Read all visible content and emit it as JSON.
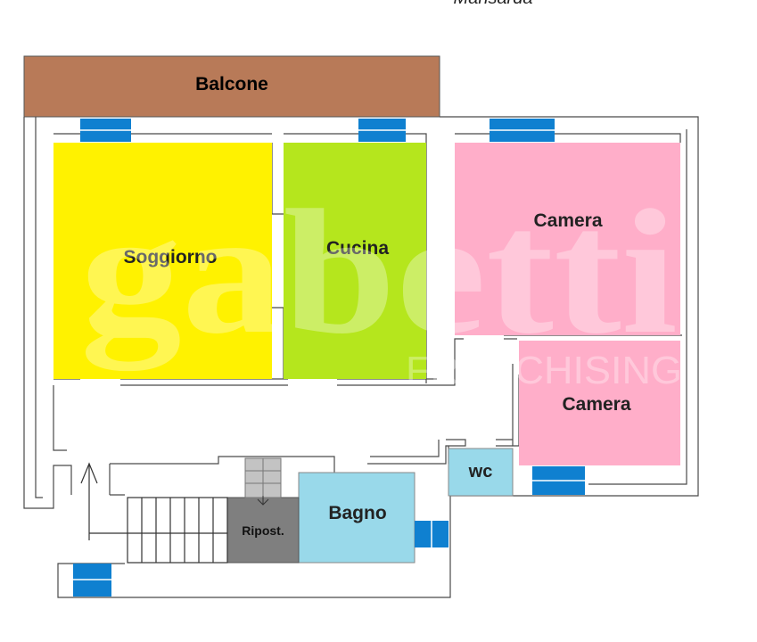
{
  "header": {
    "partial_text": "Mansarda"
  },
  "watermark": {
    "brand": "gabetti",
    "sub": "FRANCHISING"
  },
  "rooms": {
    "balcone": {
      "label": "Balcone",
      "color": "#b87a58"
    },
    "soggiorno": {
      "label": "Soggiorno",
      "color": "#fff200"
    },
    "cucina": {
      "label": "Cucina",
      "color": "#b5e61d"
    },
    "camera1": {
      "label": "Camera",
      "color": "#ffaec9"
    },
    "camera2": {
      "label": "Camera",
      "color": "#ffaec9"
    },
    "wc": {
      "label": "wc",
      "color": "#99d9ea"
    },
    "bagno": {
      "label": "Bagno",
      "color": "#99d9ea"
    },
    "ripost": {
      "label": "Ripost.",
      "color": "#7f7f7f"
    }
  },
  "colors": {
    "window": "#0f80d0",
    "wall": "#4a4a4a",
    "stair_landing": "#c3c3c3"
  }
}
